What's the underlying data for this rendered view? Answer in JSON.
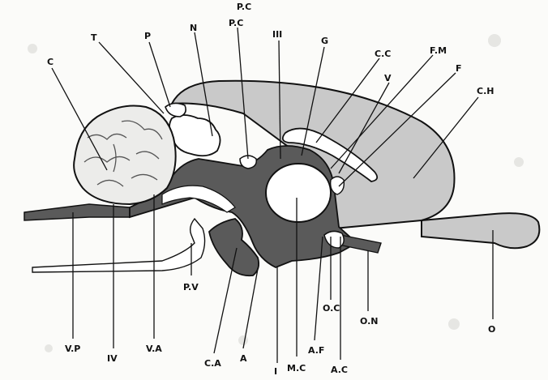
{
  "figure": {
    "top_caption": "P.C",
    "colors": {
      "background": "#fbfbf9",
      "hemisphere": "#c9c9c9",
      "dark_tissue": "#5a5a5a",
      "outline": "#111111",
      "cavity": "#ffffff"
    },
    "labels": {
      "C": "C",
      "T": "T",
      "P": "P",
      "N": "N",
      "PC": "P.C",
      "III": "III",
      "G": "G",
      "CC": "C.C",
      "FM": "F.M",
      "V": "V",
      "F": "F",
      "CH": "C.H",
      "VP": "V.P",
      "IV": "IV",
      "VA": "V.A",
      "PV": "P.V",
      "CA": "C.A",
      "A": "A",
      "I": "I",
      "MC": "M.C",
      "AF": "A.F",
      "AC": "A.C",
      "OC": "O.C",
      "ON": "O.N",
      "O": "O"
    }
  }
}
